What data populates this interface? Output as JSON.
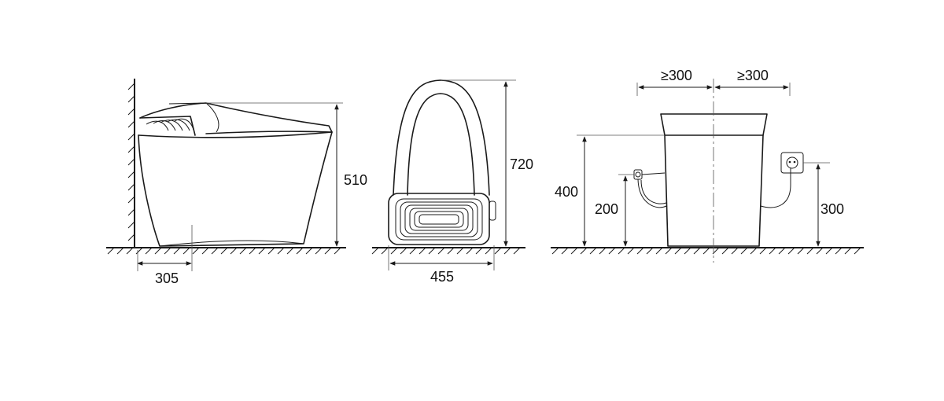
{
  "labels": {
    "side_depth": "305",
    "side_height": "510",
    "front_width": "455",
    "front_height": "720",
    "clear_left": "≥300",
    "clear_right": "≥300",
    "height_400": "400",
    "height_200": "200",
    "height_300": "300"
  },
  "colors": {
    "line": "#1a1a1a",
    "background": "#ffffff"
  }
}
